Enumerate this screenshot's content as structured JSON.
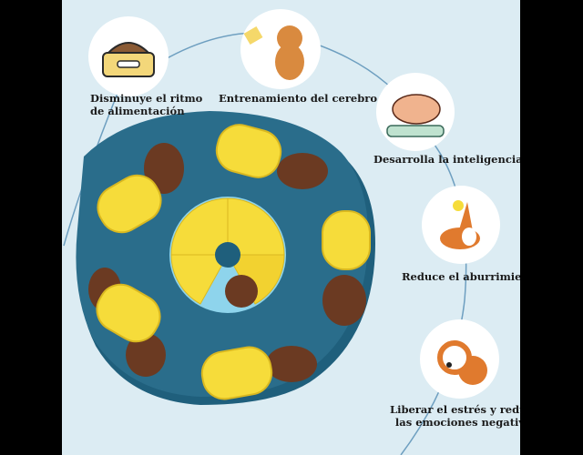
{
  "benefits": [
    {
      "label_1": "Disminuye el ritmo",
      "label_2": "de alimentación",
      "icon": "food-bowl-icon"
    },
    {
      "label_1": "Entrenamiento del cerebro",
      "icon": "dog-paw-shake-icon"
    },
    {
      "label_1": "Desarrolla la inteligencia",
      "icon": "dog-treadmill-icon"
    },
    {
      "label_1": "Reduce el aburrimiento",
      "icon": "corgi-lightbulb-icon"
    },
    {
      "label_1": "Liberar el estrés y reducir",
      "label_2": "las emociones negativas",
      "icon": "sad-dog-icon"
    }
  ],
  "colors": {
    "background": "#dcecf3",
    "puzzle": "#2a6d8b",
    "tile": "#f6dc3a",
    "kibble": "#6b3a22"
  }
}
